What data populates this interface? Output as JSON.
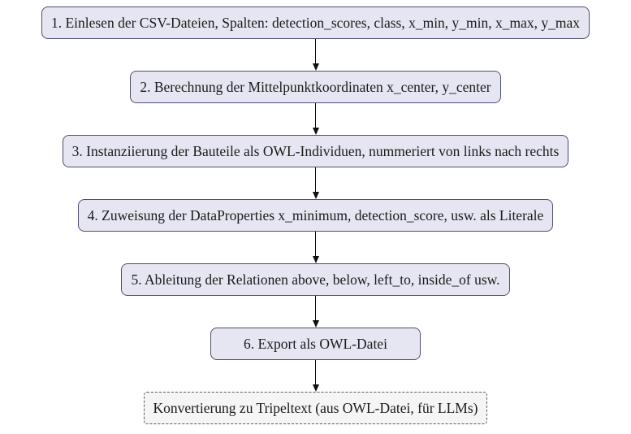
{
  "diagram": {
    "type": "flowchart",
    "language": "de",
    "steps": [
      {
        "label": "1. Einlesen der CSV-Dateien, Spalten: detection_scores, class, x_min, y_min, x_max, y_max",
        "style": "solid"
      },
      {
        "label": "2. Berechnung der Mittelpunktkoordinaten x_center, y_center",
        "style": "solid"
      },
      {
        "label": "3. Instanziierung der Bauteile als OWL-Individuen, nummeriert von links nach rechts",
        "style": "solid"
      },
      {
        "label": "4. Zuweisung der DataProperties x_minimum, detection_score, usw. als Literale",
        "style": "solid"
      },
      {
        "label": "5. Ableitung der Relationen above, below, left_to, inside_of usw.",
        "style": "solid"
      },
      {
        "label": "6. Export als OWL-Datei",
        "style": "solid"
      },
      {
        "label": "Konvertierung zu Tripeltext (aus OWL-Datei, für LLMs)",
        "style": "dashed"
      }
    ],
    "colors": {
      "box_fill": "#e6e6f2",
      "box_border": "#4e4e73",
      "dashed_box_fill": "#f5f5f5",
      "dashed_box_border": "#5a5a5a",
      "arrow": "#101010",
      "text": "#1a1a1a",
      "background": "#ffffff"
    }
  }
}
